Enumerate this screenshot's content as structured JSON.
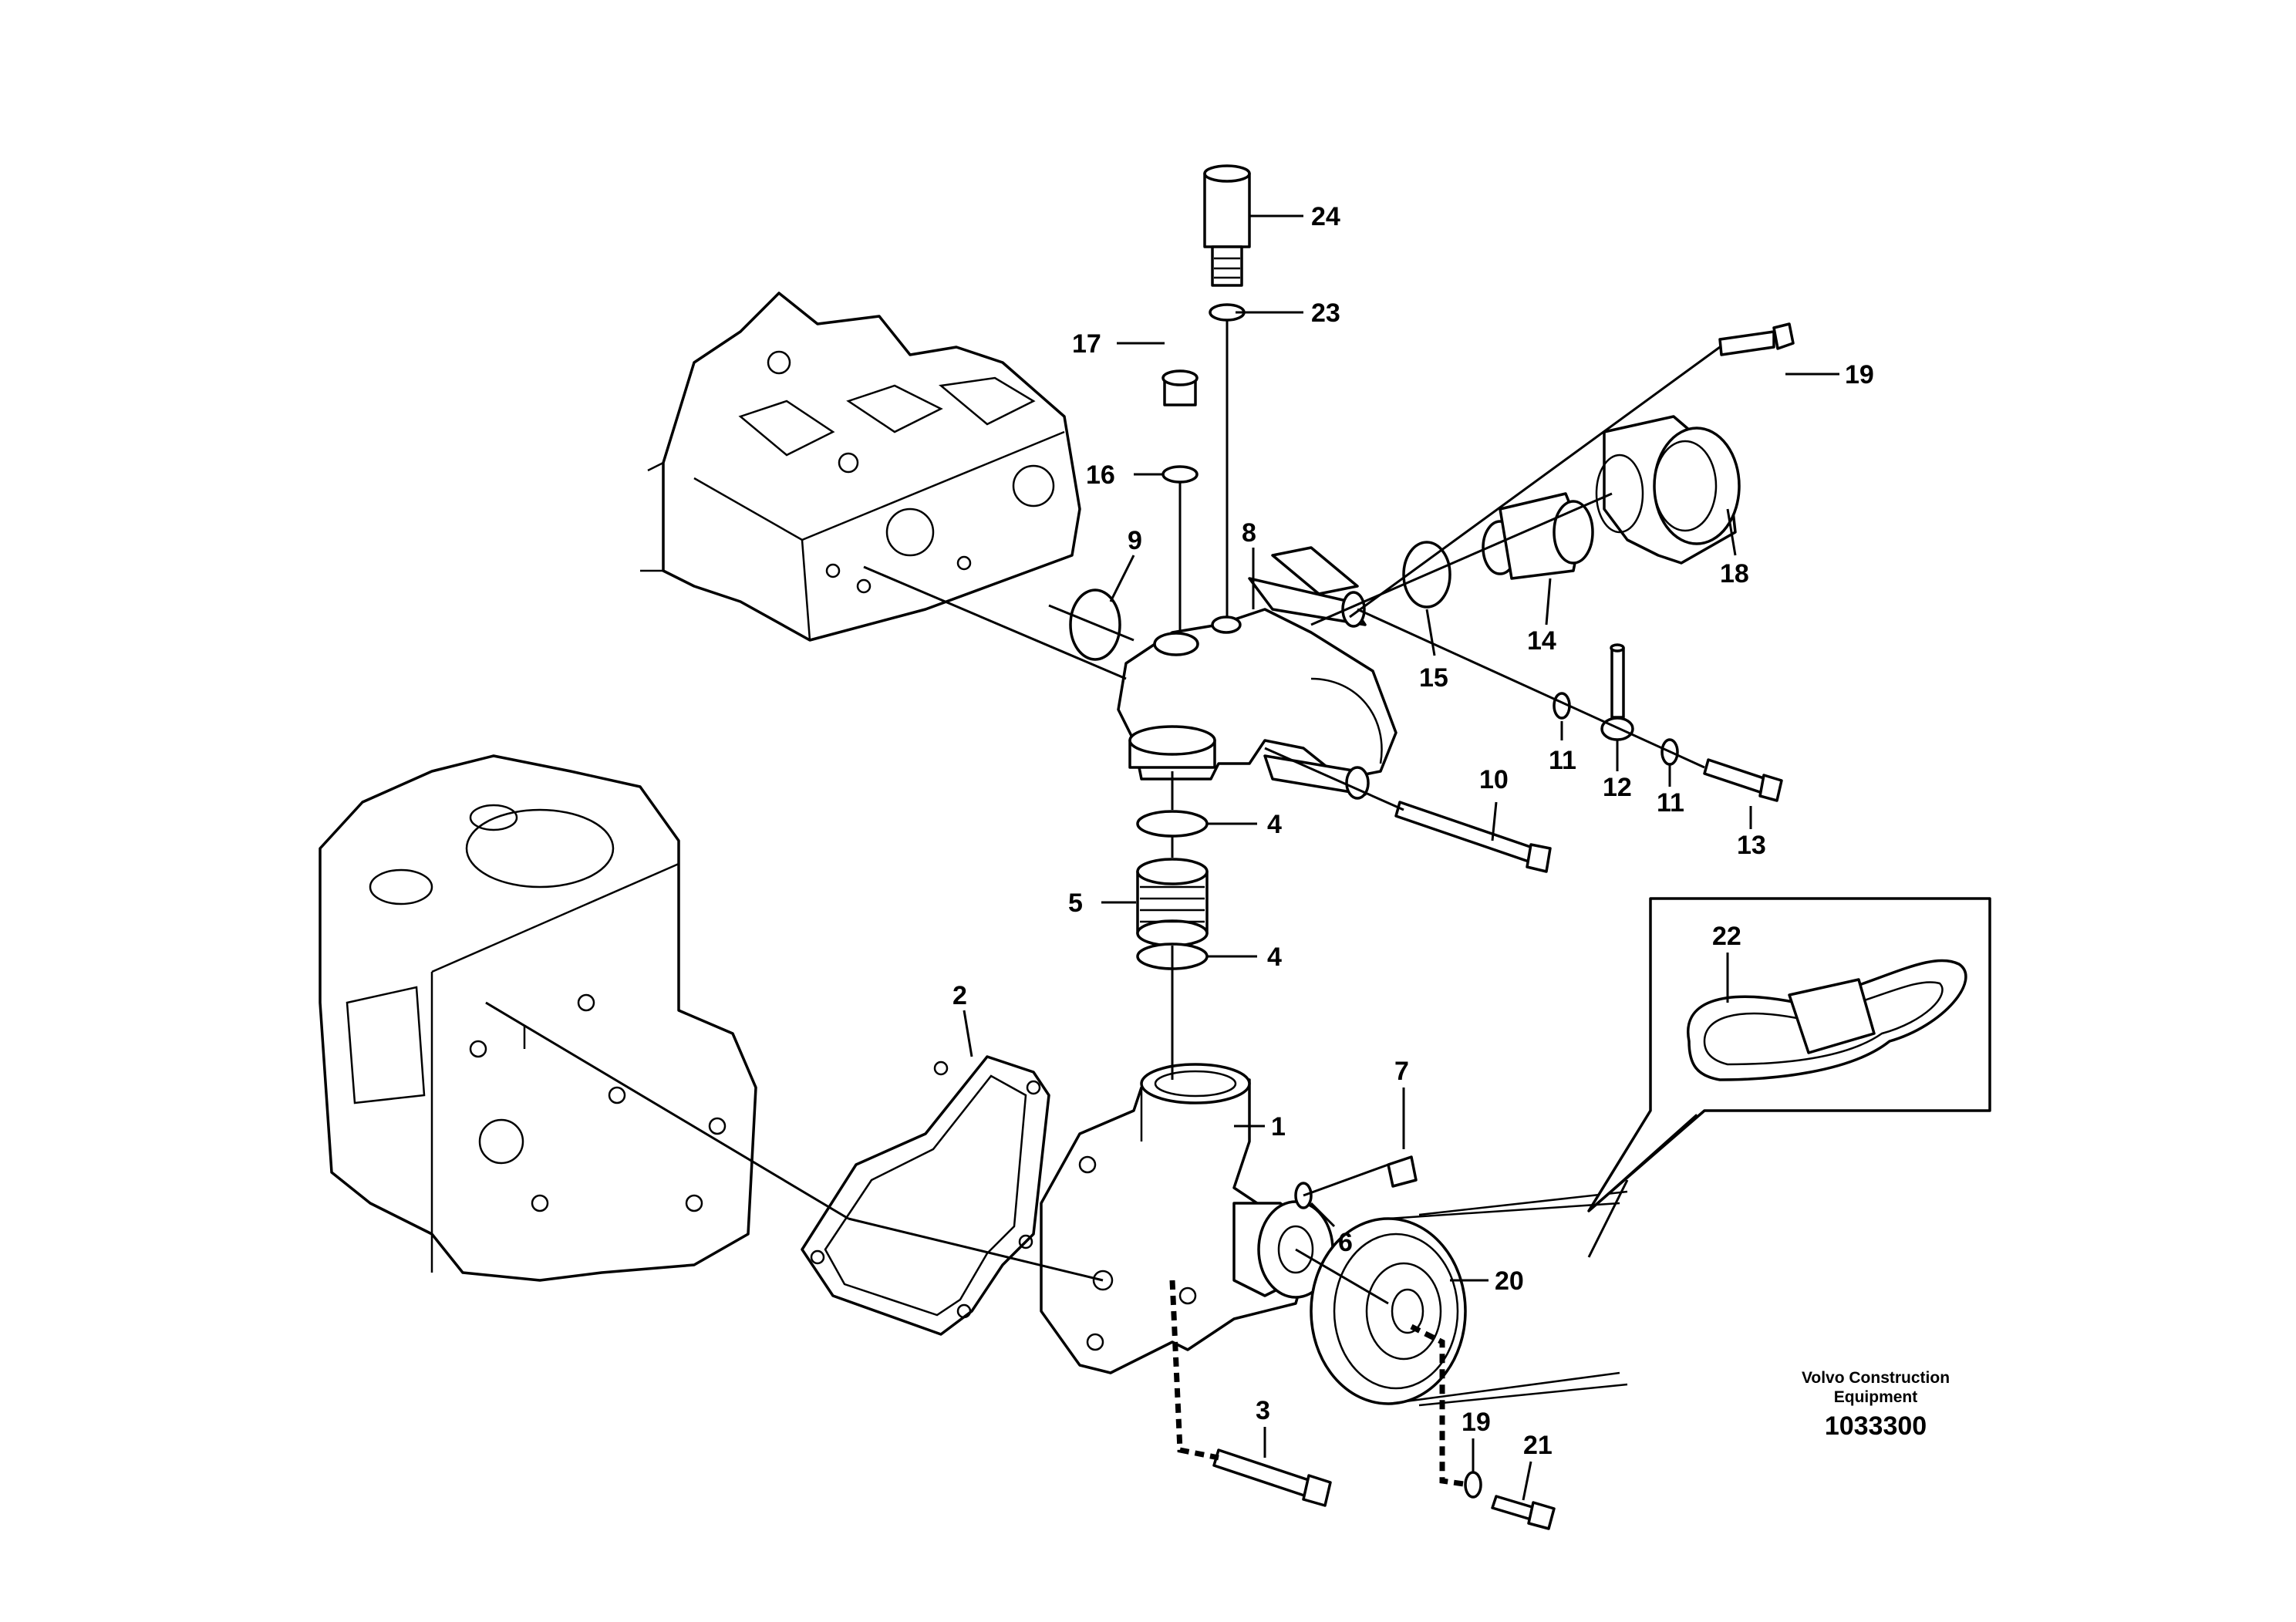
{
  "callouts": {
    "p1": "1",
    "p2": "2",
    "p3": "3",
    "p4a": "4",
    "p4b": "4",
    "p5": "5",
    "p6": "6",
    "p7": "7",
    "p8": "8",
    "p9": "9",
    "p10": "10",
    "p11a": "11",
    "p11b": "11",
    "p12": "12",
    "p13": "13",
    "p14": "14",
    "p15": "15",
    "p16": "16",
    "p17": "17",
    "p18": "18",
    "p19a": "19",
    "p19b": "19",
    "p20": "20",
    "p21": "21",
    "p22": "22",
    "p23": "23",
    "p24": "24"
  },
  "caption": {
    "line1": "Volvo Construction",
    "line2": "Equipment",
    "number": "1033300"
  }
}
